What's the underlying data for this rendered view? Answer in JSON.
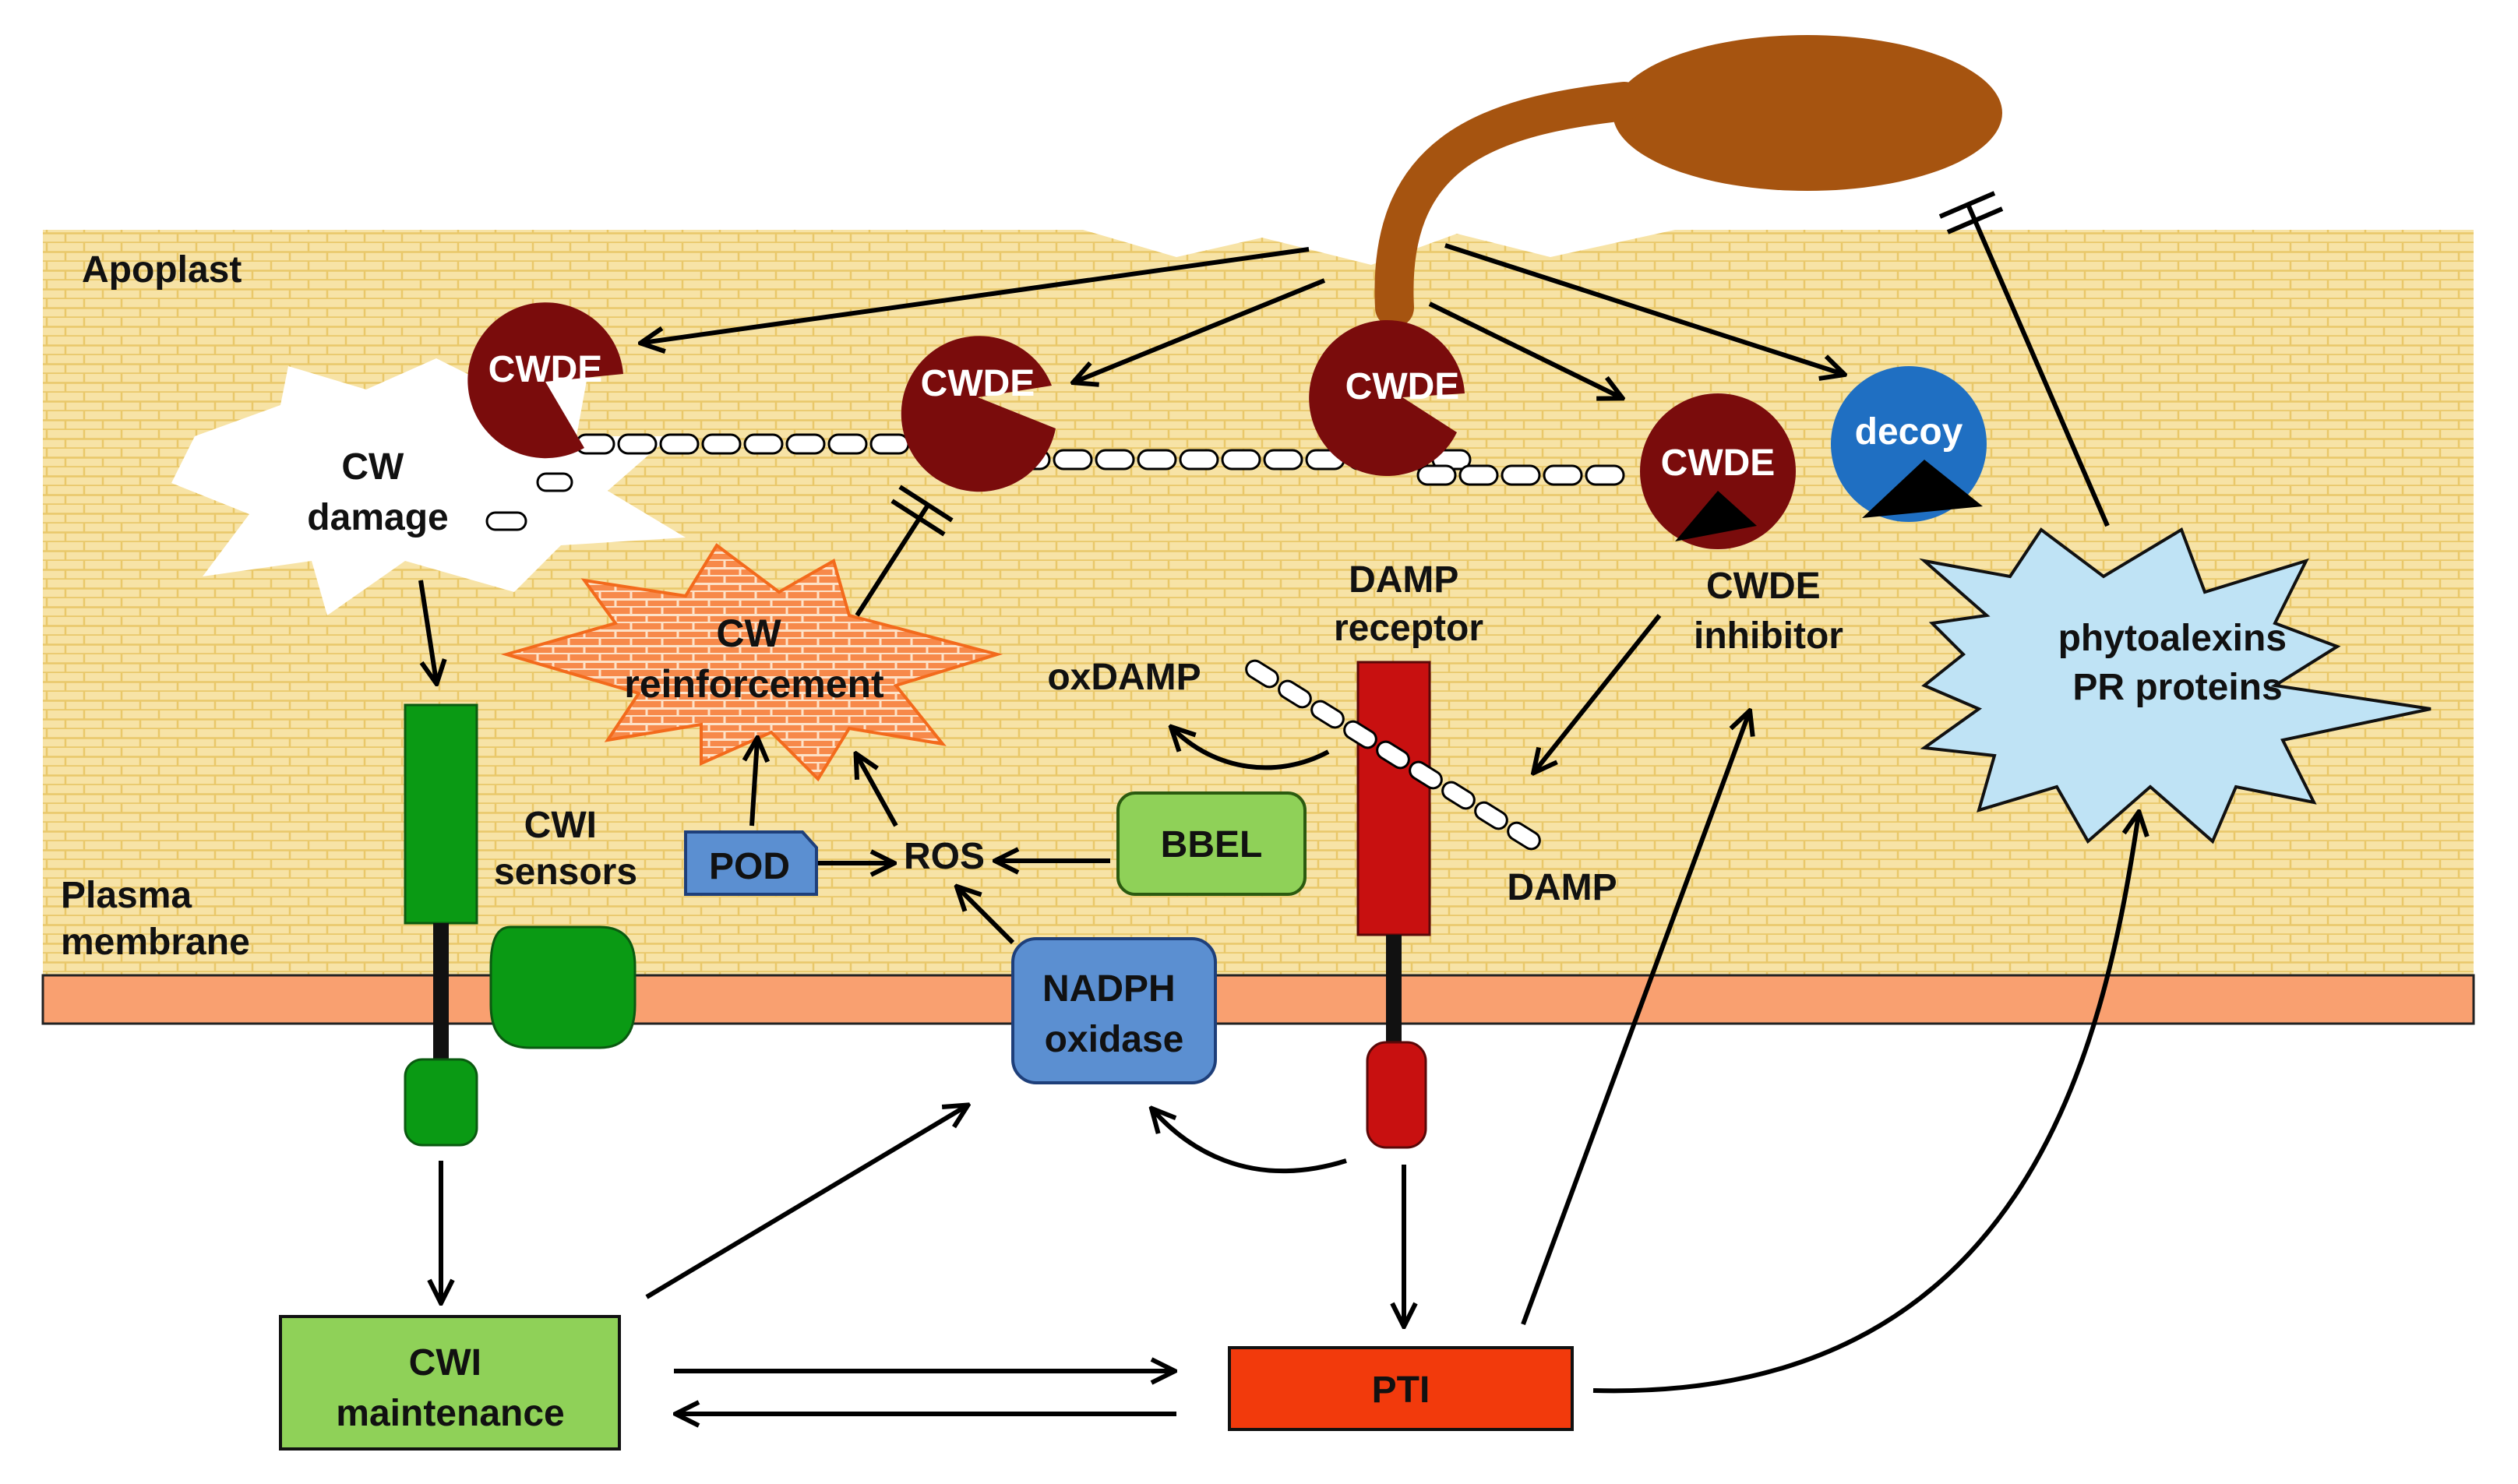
{
  "regions": {
    "apoplast": "Apoplast",
    "plasma_membrane": [
      "Plasma",
      "membrane"
    ]
  },
  "labels": {
    "cwde": "CWDE",
    "decoy": "decoy",
    "cw_damage": [
      "CW",
      "damage"
    ],
    "cw_reinforcement": [
      "CW",
      "reinforcement"
    ],
    "cwi_sensors": [
      "CWI",
      "sensors"
    ],
    "pod": "POD",
    "ros": "ROS",
    "bbel": "BBEL",
    "nadph_oxidase": [
      "NADPH",
      "oxidase"
    ],
    "damp_receptor": [
      "DAMP",
      "receptor"
    ],
    "oxdamp": "oxDAMP",
    "damp": "DAMP",
    "cwde_inhibitor": [
      "CWDE",
      "inhibitor"
    ],
    "phytoalexins": [
      "phytoalexins",
      "PR proteins"
    ],
    "cwi_maintenance": [
      "CWI",
      "maintenance"
    ],
    "pti": "PTI"
  },
  "colors": {
    "apoplast_fill": "#f7e3a6",
    "brick_line": "#e9c86a",
    "membrane": "#f9a070",
    "cwde": "#7a0c0c",
    "decoy": "#1f6fc2",
    "sensor_green": "#0a9a14",
    "bbel_green": "#8fd158",
    "pod_blue": "#5b8fd1",
    "nadph_blue": "#5b8fd1",
    "receptor_red": "#c81010",
    "pti_red": "#f23a0c",
    "cwi_maintenance_green": "#8fd158",
    "reinforcement_orange": "#f7894a",
    "phytoalexin_fill": "#bfe3f5",
    "pathogen_brown": "#a65410"
  }
}
